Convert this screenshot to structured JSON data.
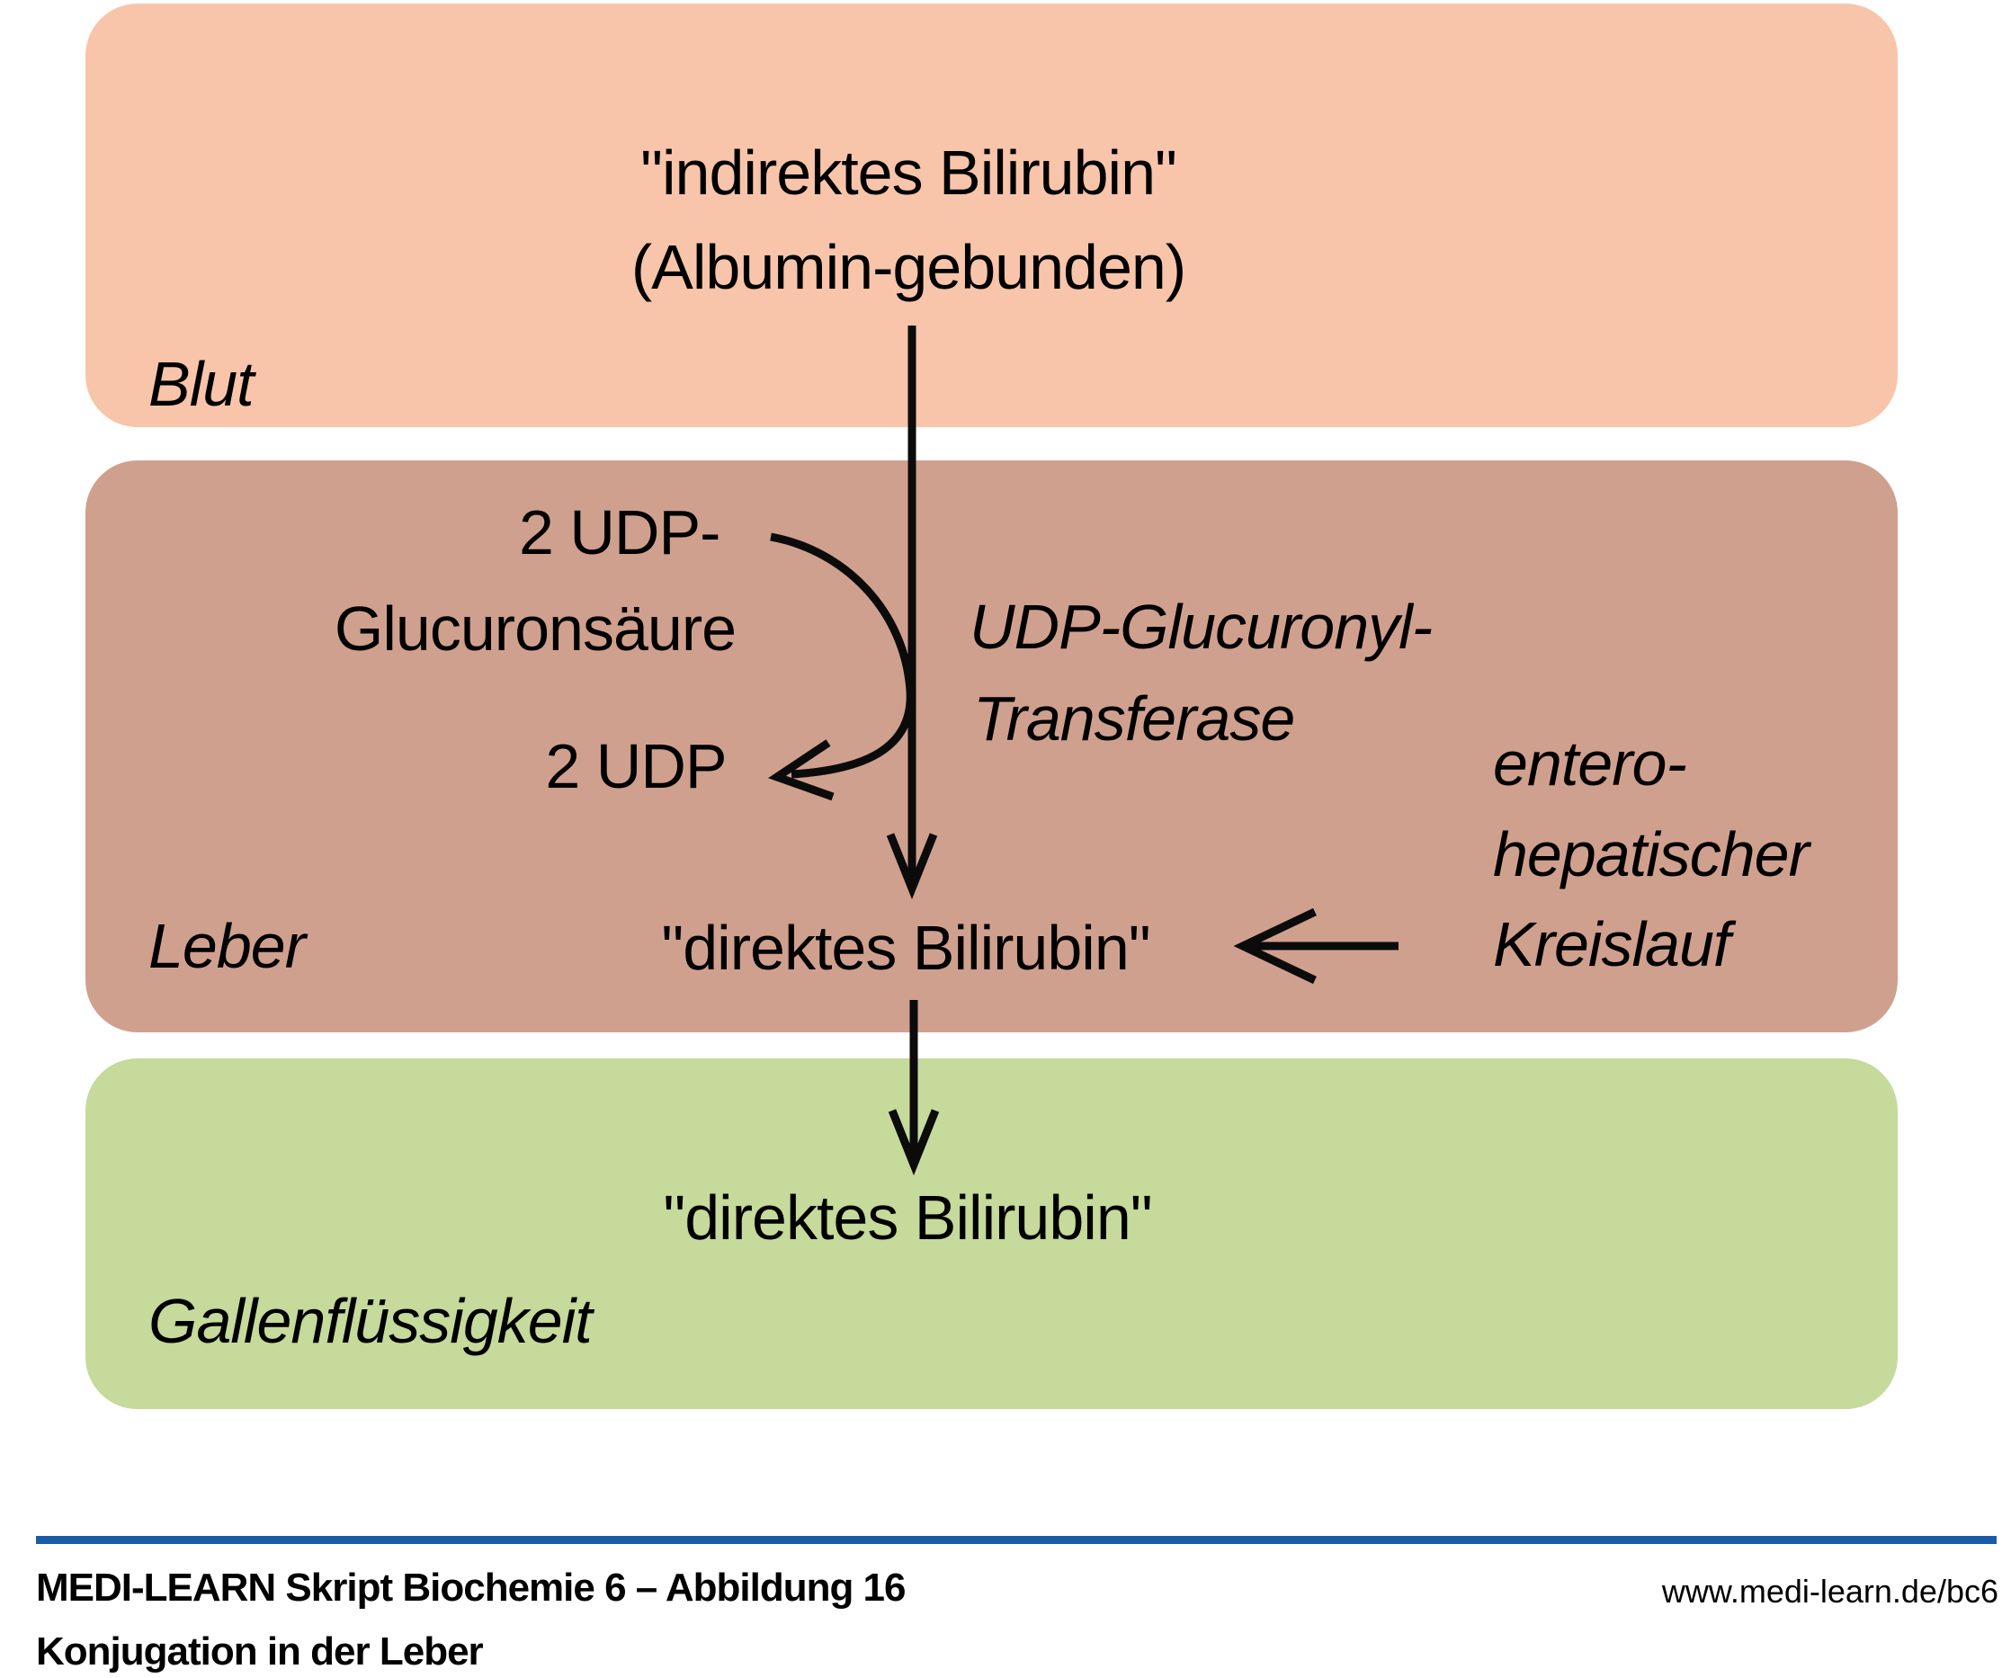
{
  "blut": {
    "label": "Blut",
    "line1": "\"indirektes Bilirubin\"",
    "line2": "(Albumin-gebunden)"
  },
  "leber": {
    "label": "Leber",
    "substrate_line1": "2 UDP-",
    "substrate_line2": "Glucuronsäure",
    "product": "2 UDP",
    "enzyme_line1": "UDP-Glucuronyl-",
    "enzyme_line2": "Transferase",
    "result": "\"direktes Bilirubin\"",
    "cycle_line1": "entero-",
    "cycle_line2": "hepatischer",
    "cycle_line3": "Kreislauf"
  },
  "galle": {
    "label": "Gallenflüssigkeit",
    "content": "\"direktes Bilirubin\""
  },
  "footer": {
    "source": "MEDI-LEARN Skript Biochemie 6 – Abbildung 16",
    "caption": "Konjugation in der Leber",
    "url": "www.medi-learn.de/bc6"
  },
  "colors": {
    "blut_bg": "#f8c5aa",
    "leber_bg": "#d0a08f",
    "galle_bg": "#c5da9b",
    "footer_rule": "#1c5ba6",
    "arrow": "#0b0b0b",
    "text": "#000000"
  },
  "arrows": {
    "blut_to_leber": "down-arrow",
    "udp_reaction": "curved-arrow",
    "kreislauf_to_bilirubin": "left-arrow",
    "leber_to_galle": "down-arrow"
  }
}
